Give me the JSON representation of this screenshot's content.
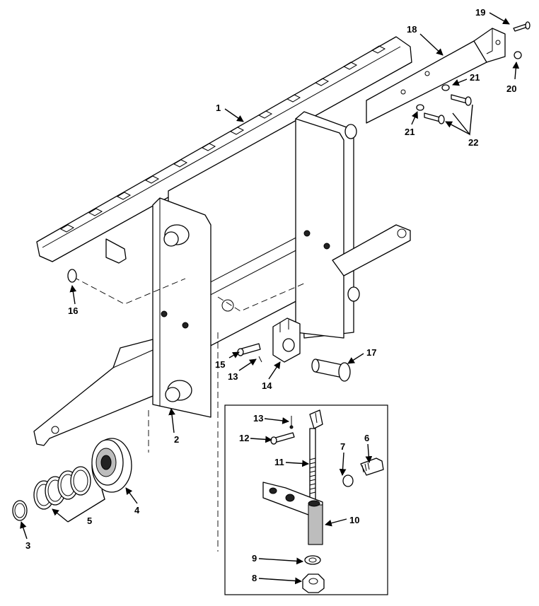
{
  "callouts": [
    {
      "id": "c1",
      "label": "1"
    },
    {
      "id": "c2",
      "label": "2"
    },
    {
      "id": "c3",
      "label": "3"
    },
    {
      "id": "c4",
      "label": "4"
    },
    {
      "id": "c5",
      "label": "5"
    },
    {
      "id": "c6",
      "label": "6"
    },
    {
      "id": "c7",
      "label": "7"
    },
    {
      "id": "c8",
      "label": "8"
    },
    {
      "id": "c9",
      "label": "9"
    },
    {
      "id": "c10",
      "label": "10"
    },
    {
      "id": "c11",
      "label": "11"
    },
    {
      "id": "c12",
      "label": "12"
    },
    {
      "id": "c13a",
      "label": "13"
    },
    {
      "id": "c13b",
      "label": "13"
    },
    {
      "id": "c14",
      "label": "14"
    },
    {
      "id": "c15",
      "label": "15"
    },
    {
      "id": "c16",
      "label": "16"
    },
    {
      "id": "c17",
      "label": "17"
    },
    {
      "id": "c18",
      "label": "18"
    },
    {
      "id": "c19",
      "label": "19"
    },
    {
      "id": "c20",
      "label": "20"
    },
    {
      "id": "c21a",
      "label": "21"
    },
    {
      "id": "c21b",
      "label": "21"
    },
    {
      "id": "c22",
      "label": "22"
    }
  ]
}
